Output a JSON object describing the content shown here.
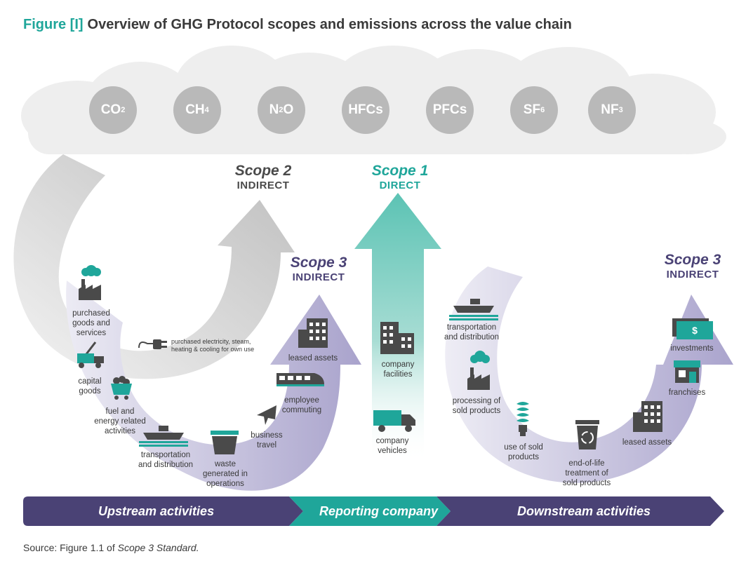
{
  "title": {
    "prefix": "Figure [I]",
    "text": "Overview of GHG Protocol scopes and emissions across the value chain"
  },
  "gases": [
    {
      "base": "CO",
      "sub": "2"
    },
    {
      "base": "CH",
      "sub": "4"
    },
    {
      "base": "N",
      "sub": "2",
      "suffix": "O"
    },
    {
      "base": "HFCs",
      "sub": ""
    },
    {
      "base": "PFCs",
      "sub": ""
    },
    {
      "base": "SF",
      "sub": "6"
    },
    {
      "base": "NF",
      "sub": "3"
    }
  ],
  "scopes": {
    "scope2": {
      "name": "Scope 2",
      "type": "INDIRECT"
    },
    "scope1": {
      "name": "Scope 1",
      "type": "DIRECT"
    },
    "scope3_up": {
      "name": "Scope 3",
      "type": "INDIRECT"
    },
    "scope3_down": {
      "name": "Scope 3",
      "type": "INDIRECT"
    }
  },
  "upstream": {
    "purchased_goods": "purchased\ngoods and\nservices",
    "capital_goods": "capital\ngoods",
    "fuel_energy": "fuel and\nenergy related\nactivities",
    "transport": "transportation\nand distribution",
    "waste": "waste\ngenerated in\noperations",
    "business_travel": "business\ntravel",
    "employee_commuting": "employee\ncommuting",
    "leased_assets": "leased assets",
    "purchased_electricity": "purchased electricity, steam,\nheating & cooling for own use"
  },
  "company": {
    "facilities": "company\nfacilities",
    "vehicles": "company\nvehicles"
  },
  "downstream": {
    "transport": "transportation\nand distribution",
    "processing": "processing of\nsold products",
    "use": "use of sold\nproducts",
    "end_of_life": "end-of-life\ntreatment of\nsold products",
    "leased_assets": "leased assets",
    "franchises": "franchises",
    "investments": "investments"
  },
  "band": {
    "upstream": "Upstream activities",
    "reporting": "Reporting company",
    "downstream": "Downstream activities"
  },
  "source": {
    "prefix": "Source: Figure 1.1 of ",
    "italic": "Scope 3 Standard."
  },
  "colors": {
    "teal": "#1fa69a",
    "purple": "#4a4275",
    "purple_light": "#cfcbe3",
    "grey_arrow": "#c4c4c4",
    "cloud": "#ececec",
    "gas_circle": "#b9b9b9",
    "icon_dark": "#4a4a4a"
  }
}
